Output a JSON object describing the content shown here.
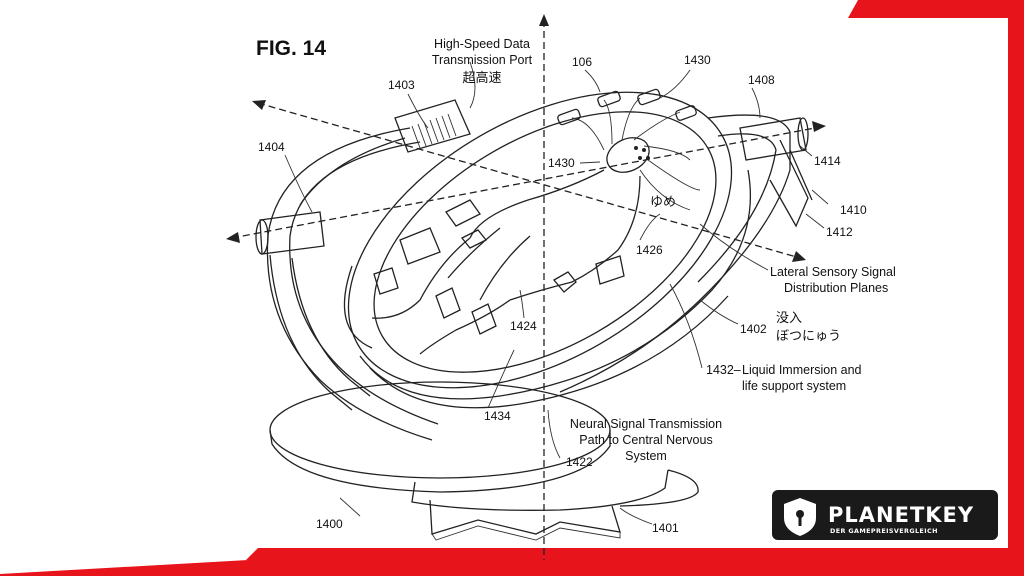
{
  "figure": {
    "title": "FIG. 14",
    "labels": {
      "port_title_line1": "High-Speed Data",
      "port_title_line2": "Transmission Port",
      "port_title_jp": "超高速",
      "n1403": "1403",
      "n106": "106",
      "n1430_top": "1430",
      "n1408": "1408",
      "n1404": "1404",
      "n1430_mid": "1430",
      "n1414": "1414",
      "n1410": "1410",
      "n1412": "1412",
      "yume_jp": "ゆめ",
      "n1426": "1426",
      "lateral_line1": "Lateral Sensory Signal",
      "lateral_line2": "Distribution Planes",
      "n1424": "1424",
      "n1402": "1402",
      "botsunyu_kanji": "没入",
      "botsunyu_kana": "ぼつにゅう",
      "n1432": "1432–",
      "liquid_line1": "Liquid Immersion and",
      "liquid_line2": "life support system",
      "n1434": "1434",
      "neural_line1": "Neural Signal Transmission",
      "neural_line2": "Path to Central Nervous",
      "neural_line3": "System",
      "n1422": "1422",
      "n1400": "1400",
      "n1401": "1401"
    }
  },
  "watermark": {
    "name": "PLANETKEY",
    "tagline": "DER GAMEPREISVERGLEICH"
  },
  "colors": {
    "frame_red": "#e8141c",
    "line": "#222222",
    "background": "#ffffff"
  }
}
